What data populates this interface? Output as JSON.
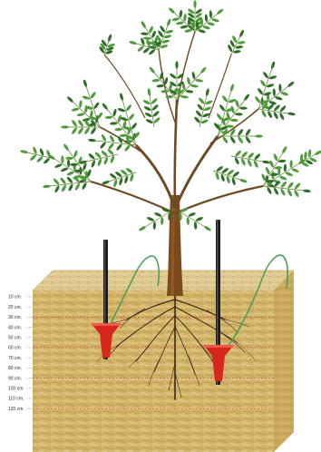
{
  "diagram": {
    "depth_scale": {
      "labels": [
        "10 cm.",
        "20 cm.",
        "30 cm.",
        "40 cm.",
        "50 cm.",
        "60 cm.",
        "70 cm.",
        "80 cm.",
        "90 cm.",
        "100 cm.",
        "110 cm.",
        "120 cm."
      ]
    },
    "components": {
      "tree": "tree-icon",
      "soil": "soil-block",
      "sensor_left": "soil-moisture-probe-icon",
      "sensor_right": "soil-moisture-probe-icon",
      "cable": "sensor-cable-icon"
    },
    "colors": {
      "leaf": "#4f9a3a",
      "leaf_dark": "#2f6e25",
      "trunk": "#7a4a1e",
      "soil_top": "#d8c486",
      "soil_side": "#c9a85a",
      "soil_dark": "#b68f3f",
      "probe_rod": "#1b1b1b",
      "probe_collar": "#d7261e",
      "cable": "#4aa05a",
      "depth_line": "#e1c83a"
    }
  }
}
